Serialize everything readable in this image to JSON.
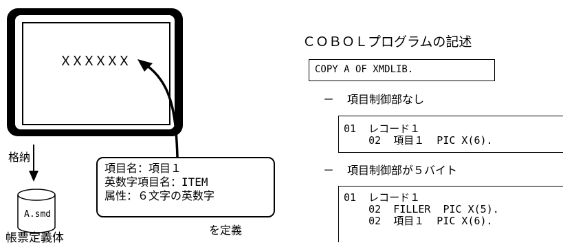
{
  "screen": {
    "field_display": "ＸＸＸＸＸＸ"
  },
  "storage": {
    "label": "格納",
    "file_name": "A.smd",
    "caption": "帳票定義体"
  },
  "definition": {
    "lines": [
      "項目名：項目１",
      "英数字項目名：ITEM",
      "属性：６文字の英数字"
    ],
    "caption": "を定義"
  },
  "cobol": {
    "title": "ＣＯＢＯＬプログラムの記述",
    "copy_statement": "COPY A OF XMDLIB.",
    "cases": [
      {
        "heading": "項目制御部なし",
        "code": [
          "01  レコード１",
          "    02  項目１  PIC X(6)."
        ]
      },
      {
        "heading": "項目制御部が５バイト",
        "code": [
          "01  レコード１",
          "    02  FILLER  PIC X(5).",
          "    02  項目１  PIC X(6)."
        ]
      }
    ]
  }
}
